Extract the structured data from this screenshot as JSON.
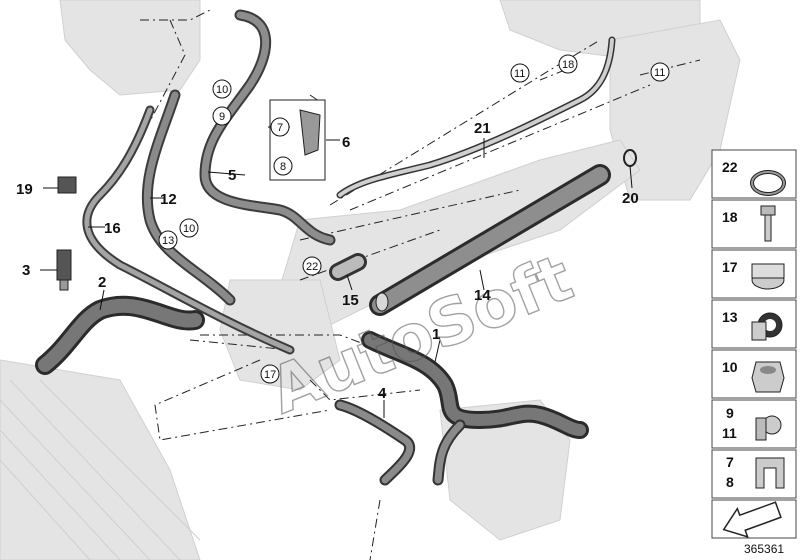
{
  "diagram": {
    "doc_number": "365361",
    "watermark": "AutoSoft",
    "callouts": {
      "n1": "1",
      "n2": "2",
      "n3": "3",
      "n4": "4",
      "n5": "5",
      "n6": "6",
      "n12": "12",
      "n14": "14",
      "n15": "15",
      "n16": "16",
      "n19": "19",
      "n20": "20",
      "n21": "21"
    },
    "circled": {
      "c9": "9",
      "c10a": "10",
      "c10b": "10",
      "c7": "7",
      "c8": "8",
      "c11a": "11",
      "c11b": "11",
      "c13": "13",
      "c17": "17",
      "c18": "18",
      "c22": "22"
    },
    "parts_legend": [
      {
        "label": "22",
        "icon": "o-ring-icon"
      },
      {
        "label": "18",
        "icon": "bolt-icon"
      },
      {
        "label": "17",
        "icon": "hose-clamp-icon"
      },
      {
        "label": "13",
        "icon": "bracket-clip-icon"
      },
      {
        "label": "10",
        "icon": "nut-icon"
      },
      {
        "label": "9",
        "label2": "11",
        "icon": "retaining-clip-icon"
      },
      {
        "label": "7",
        "label2": "8",
        "icon": "holder-icon"
      }
    ]
  }
}
